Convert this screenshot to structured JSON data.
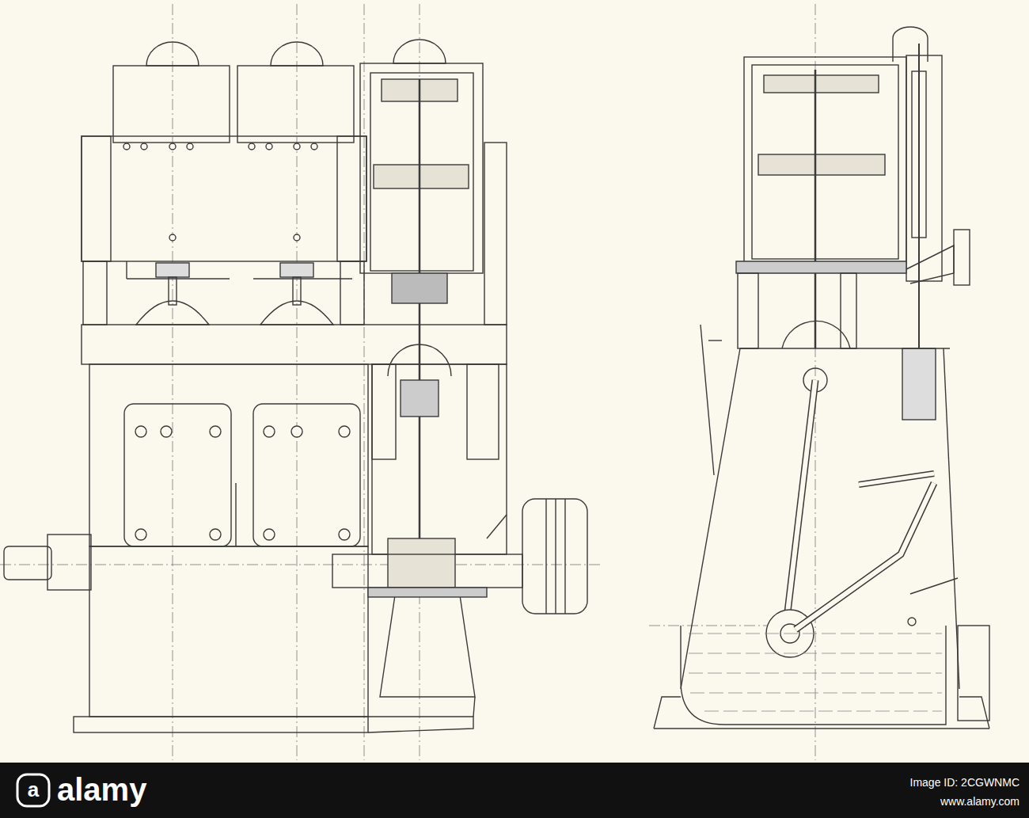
{
  "diagram": {
    "labels": [
      "a",
      "alamy",
      "Image ID: 2CGWNMC",
      "www.alamy.com"
    ]
  }
}
